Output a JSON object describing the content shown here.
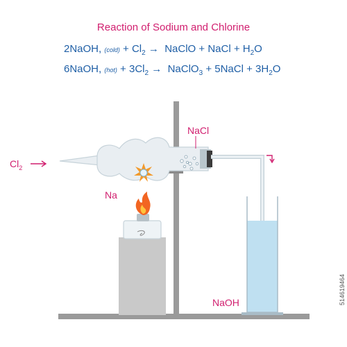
{
  "title": "Reaction of Sodium and Chlorine",
  "equation1": {
    "reactant1": "2NaOH,",
    "condition": "(cold)",
    "plus1": "+ Cl",
    "sub1": "2",
    "arrow": "→",
    "product1": "NaClO + NaCl + H",
    "sub2": "2",
    "product_end": "O"
  },
  "equation2": {
    "reactant1": "6NaOH,",
    "condition": "(hot)",
    "plus1": "+ 3Cl",
    "sub1": "2",
    "arrow": "→",
    "product1": "NaClO",
    "sub2": "3",
    "product2": "+ 5NaCl + 3H",
    "sub3": "2",
    "product_end": "O"
  },
  "labels": {
    "cl2": "Cl",
    "cl2_sub": "2",
    "na": "Na",
    "nacl": "NaCl",
    "naoh": "NaOH"
  },
  "watermark": "514619464",
  "colors": {
    "title": "#d11f6f",
    "equation": "#1f5fa6",
    "label": "#d11f6f",
    "glass": "#e9eef2",
    "liquid": "#bfe0f1",
    "stand": "#9a9a9a",
    "flame": "#f26522"
  }
}
